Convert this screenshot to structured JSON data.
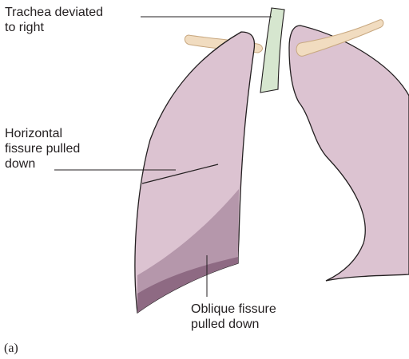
{
  "labels": {
    "trachea": {
      "line1": "Trachea deviated",
      "line2": "to right"
    },
    "horizontal_fissure": {
      "line1": "Horizontal",
      "line2": "fissure pulled",
      "line3": "down"
    },
    "oblique_fissure": {
      "line1": "Oblique fissure",
      "line2": "pulled down"
    },
    "panel": "(a)"
  },
  "colors": {
    "lung_fill": "#dcc3d1",
    "lower_lobe_fill": "#b597ab",
    "lower_lobe_dark": "#8e6a83",
    "trachea_fill": "#d6e6cf",
    "clavicle_fill": "#f1dcc0",
    "outline": "#231f20"
  }
}
